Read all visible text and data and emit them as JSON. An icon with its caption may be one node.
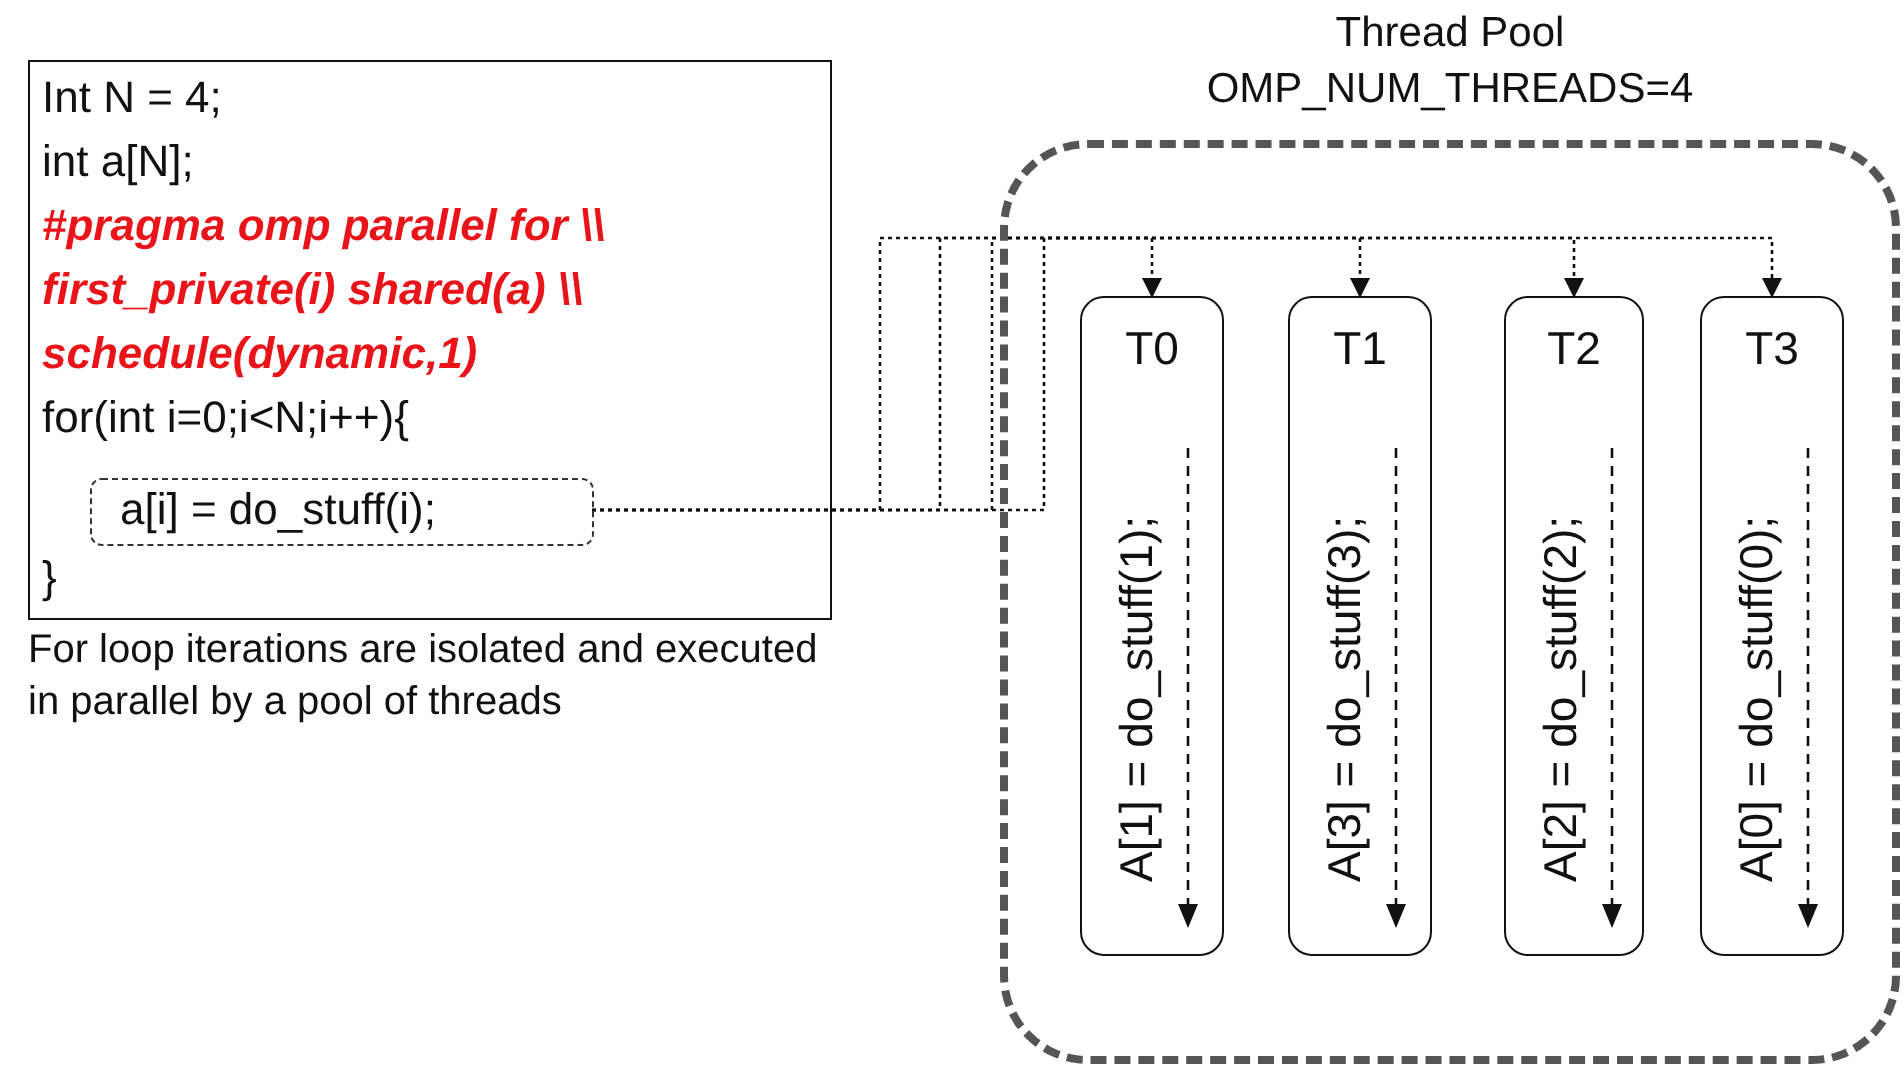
{
  "diagram": {
    "nodes": [
      {
        "text": [
          "Int N = 4;",
          "int a[N];",
          "#pragma omp parallel for \\\\ first_private(i) shared(a) \\\\ schedule(dynamic,1)",
          "for(int i=0;i<N;i++){",
          "}"
        ],
        "beside": [
          "For loop iterations are isolated and executed in parallel by a pool of threads"
        ]
      },
      {
        "text": [
          "a[i] = do_stuff(i);"
        ],
        "in": 0
      },
      {
        "text": [
          "Thread Pool",
          "OMP_NUM_THREADS=4"
        ]
      },
      {
        "text": [
          "T0",
          "A[1] = do_stuff(1);"
        ],
        "in": 2
      },
      {
        "text": [
          "T1",
          "A[3] = do_stuff(3);"
        ],
        "in": 2
      },
      {
        "text": [
          "T2",
          "A[2] = do_stuff(2);"
        ],
        "in": 2
      },
      {
        "text": [
          "T3",
          "A[0] = do_stuff(0);"
        ],
        "in": 2
      }
    ],
    "edges": [
      {
        "from": 1,
        "to": 3,
        "arrow": "to",
        "style": "dashed"
      },
      {
        "from": 1,
        "to": 4,
        "arrow": "to",
        "style": "dashed"
      },
      {
        "from": 1,
        "to": 5,
        "arrow": "to",
        "style": "dashed"
      },
      {
        "from": 1,
        "to": 6,
        "arrow": "to",
        "style": "dashed"
      }
    ]
  }
}
